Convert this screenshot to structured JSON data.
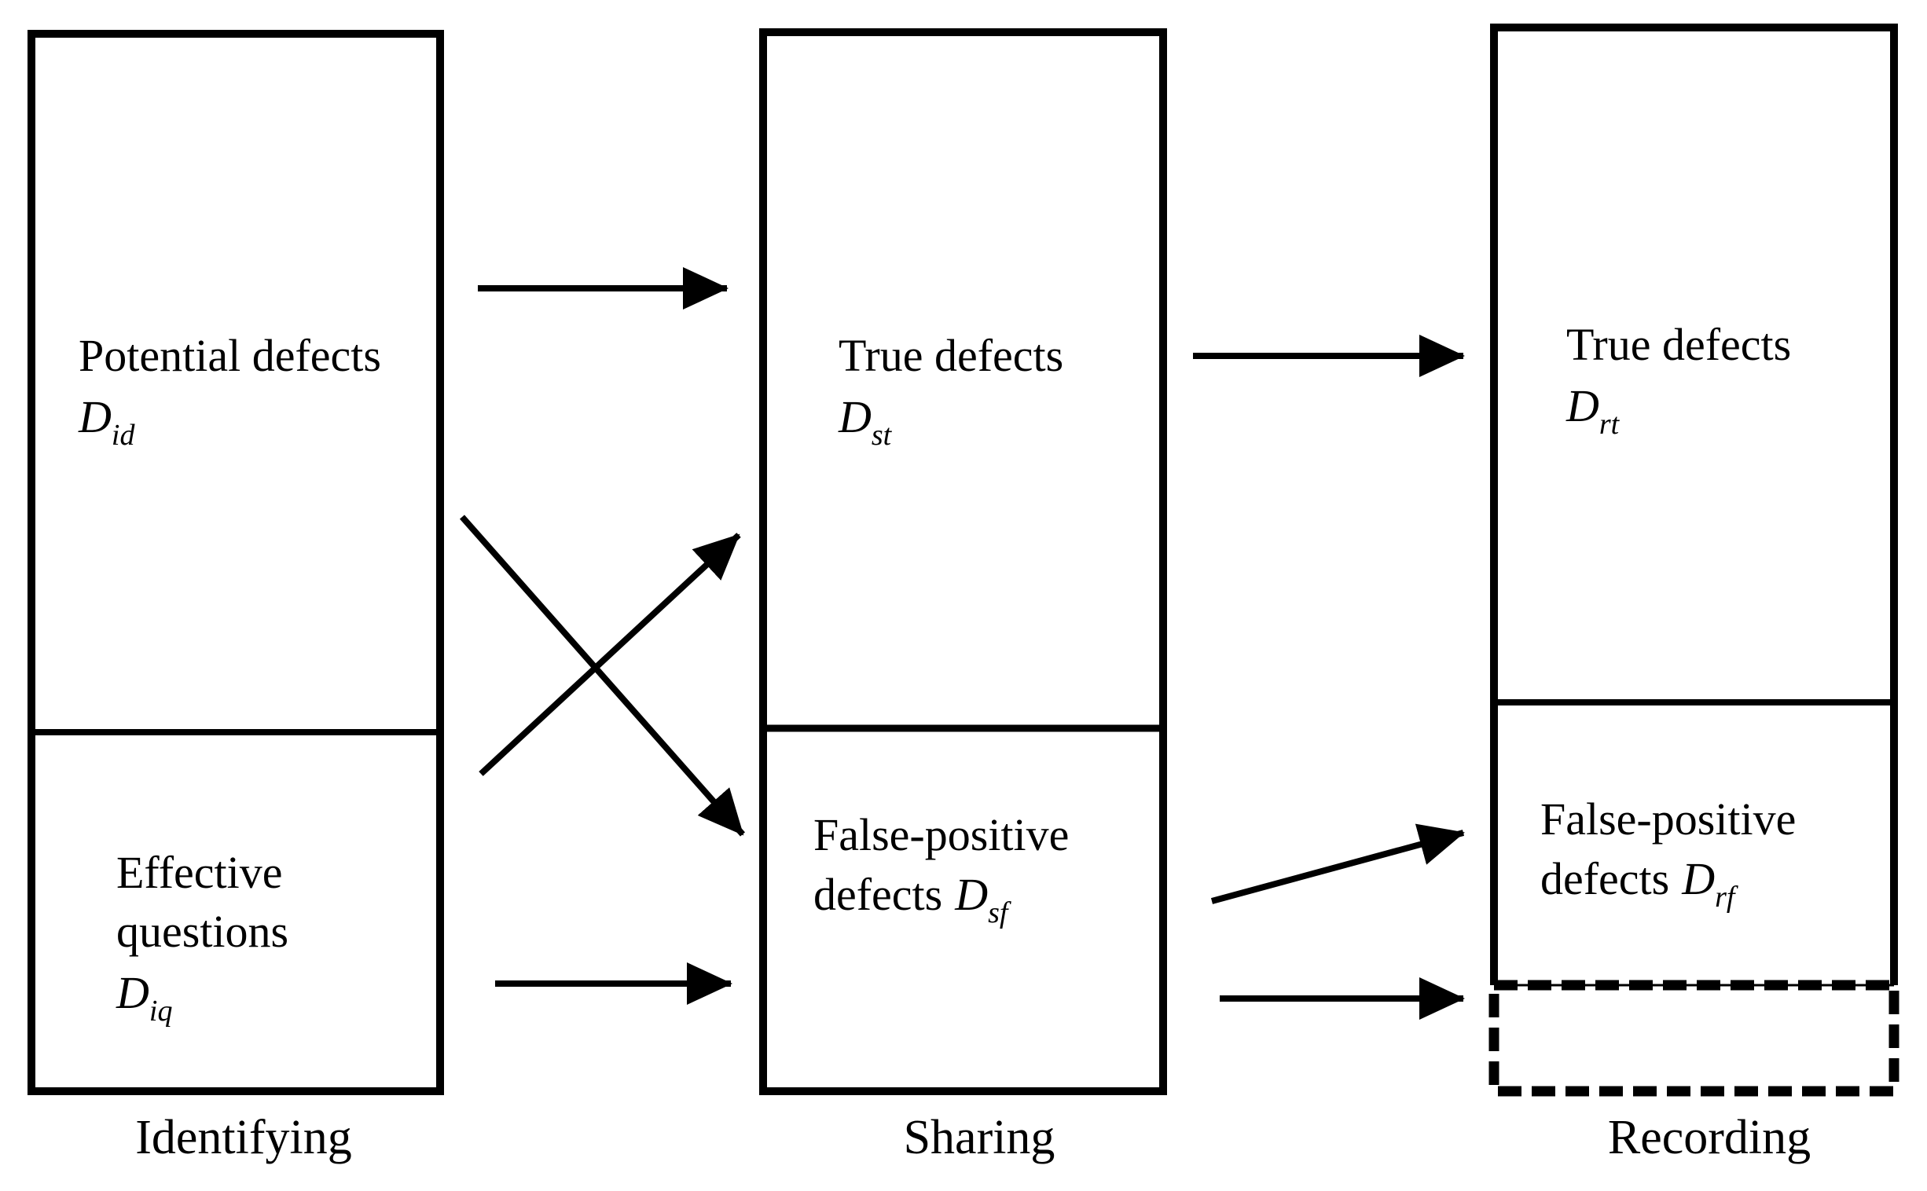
{
  "colors": {
    "ink": "#000000",
    "background": "#ffffff"
  },
  "stages": {
    "identifying": {
      "label": "Identifying",
      "potential_defects": {
        "text": "Potential defects",
        "symbol": "D",
        "subscript": "id"
      },
      "effective_questions": {
        "line1": "Effective",
        "line2": "questions",
        "symbol": "D",
        "subscript": "iq"
      }
    },
    "sharing": {
      "label": "Sharing",
      "true_defects": {
        "text": "True defects",
        "symbol": "D",
        "subscript": "st"
      },
      "false_positive_defects": {
        "line1": "False-positive",
        "line2": "defects",
        "symbol": "D",
        "subscript": "sf"
      }
    },
    "recording": {
      "label": "Recording",
      "true_defects": {
        "text": "True defects",
        "symbol": "D",
        "subscript": "rt"
      },
      "false_positive_defects": {
        "line1": "False-positive",
        "line2": "defects",
        "symbol": "D",
        "subscript": "rf"
      }
    }
  }
}
